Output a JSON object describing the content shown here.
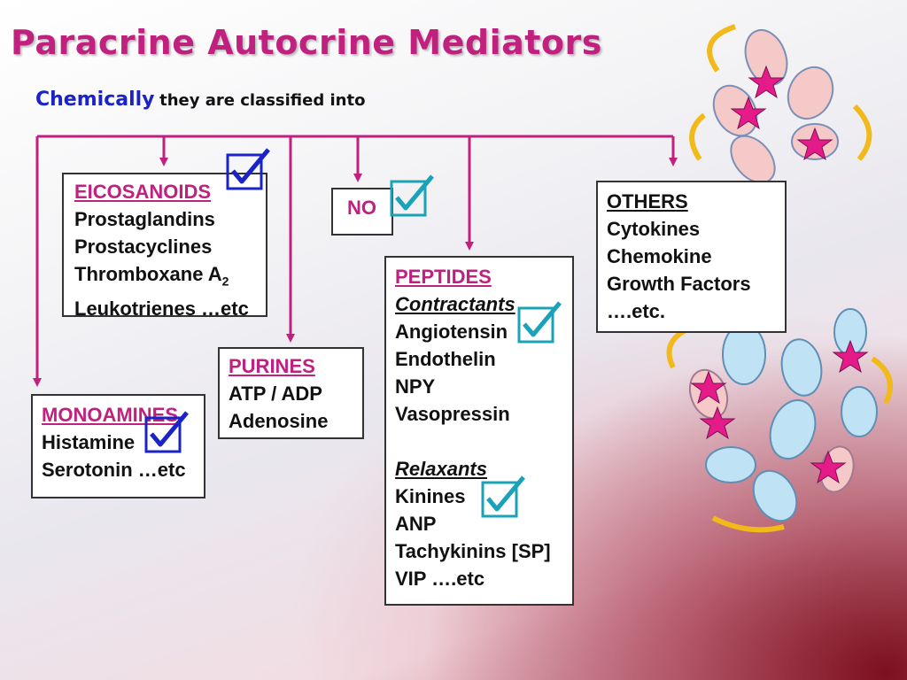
{
  "title": "Paracrine Autocrine Mediators",
  "subtitle": {
    "emphasis": "Chemically",
    "rest": "they are classified into"
  },
  "boxes": {
    "eicosanoids": {
      "heading": "EICOSANOIDS",
      "items": [
        "Prostaglandins",
        "Prostacyclines",
        "Thromboxane A",
        "Leukotrienes …etc"
      ],
      "subscript": "2"
    },
    "no": {
      "label": "NO"
    },
    "others": {
      "heading": "OTHERS",
      "items": [
        "Cytokines",
        "Chemokine",
        "Growth Factors",
        "….etc."
      ]
    },
    "peptides": {
      "heading": "PEPTIDES",
      "contractants_label": "Contractants",
      "contractants": [
        "Angiotensin",
        "Endothelin",
        "NPY",
        "Vasopressin"
      ],
      "relaxants_label": "Relaxants",
      "relaxants": [
        "Kinines",
        "ANP",
        "Tachykinins [SP]",
        "VIP ….etc"
      ]
    },
    "purines": {
      "heading": "PURINES",
      "items": [
        "ATP / ADP",
        "Adenosine"
      ]
    },
    "monoamines": {
      "heading": "MONOAMINES",
      "items": [
        "Histamine",
        "Serotonin …etc"
      ]
    }
  },
  "colors": {
    "title": "#c0207e",
    "emphasis": "#1a23c8",
    "connector": "#c0207e",
    "check_blue": "#1a23c8",
    "check_teal": "#1aa3b8"
  },
  "icons": {
    "check": "checkbox-check-icon",
    "cells": "cells-illustration"
  }
}
